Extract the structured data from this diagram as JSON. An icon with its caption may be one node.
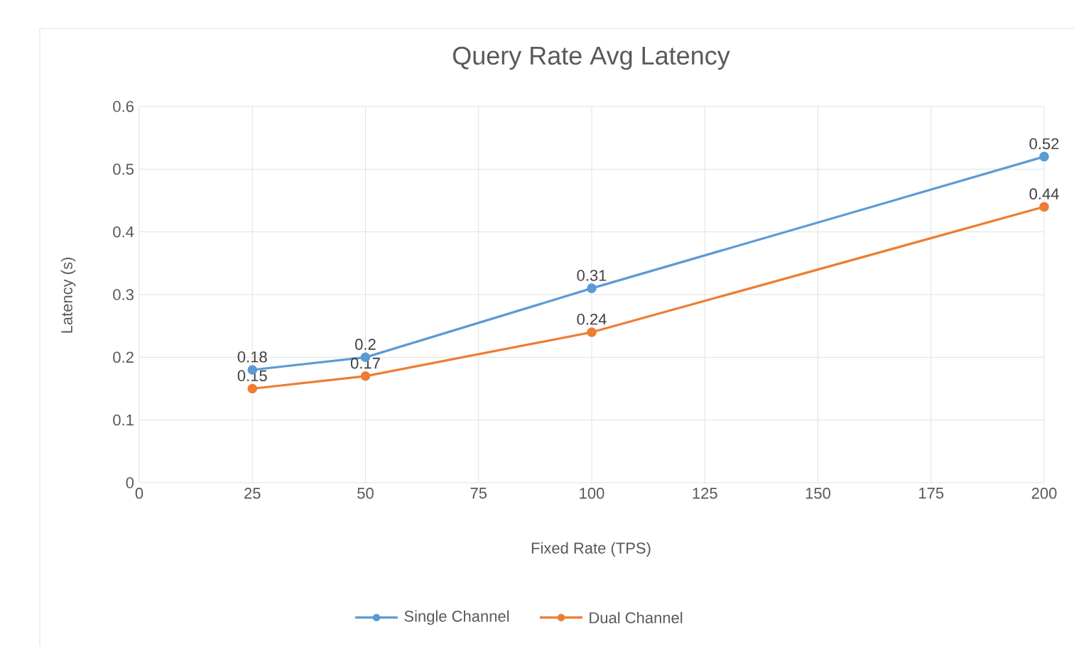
{
  "diagram": {
    "chart_data": {
      "type": "line",
      "title": "Query Rate Avg Latency",
      "xlabel": "Fixed Rate (TPS)",
      "ylabel": "Latency (s)",
      "x": [
        25,
        50,
        100,
        200
      ],
      "series": [
        {
          "name": "Single Channel",
          "color": "#5b9bd5",
          "marker": "circle",
          "values": [
            0.18,
            0.2,
            0.31,
            0.52
          ]
        },
        {
          "name": "Dual Channel",
          "color": "#ed7d31",
          "marker": "circle",
          "values": [
            0.15,
            0.17,
            0.24,
            0.44
          ]
        }
      ],
      "xlim": [
        0,
        200
      ],
      "ylim": [
        0,
        0.6
      ],
      "xticks": [
        0,
        25,
        50,
        75,
        100,
        125,
        150,
        175,
        200
      ],
      "yticks": [
        0,
        0.1,
        0.2,
        0.3,
        0.4,
        0.5,
        0.6
      ],
      "grid": true,
      "legend": "bottom",
      "data_labels": true
    }
  }
}
